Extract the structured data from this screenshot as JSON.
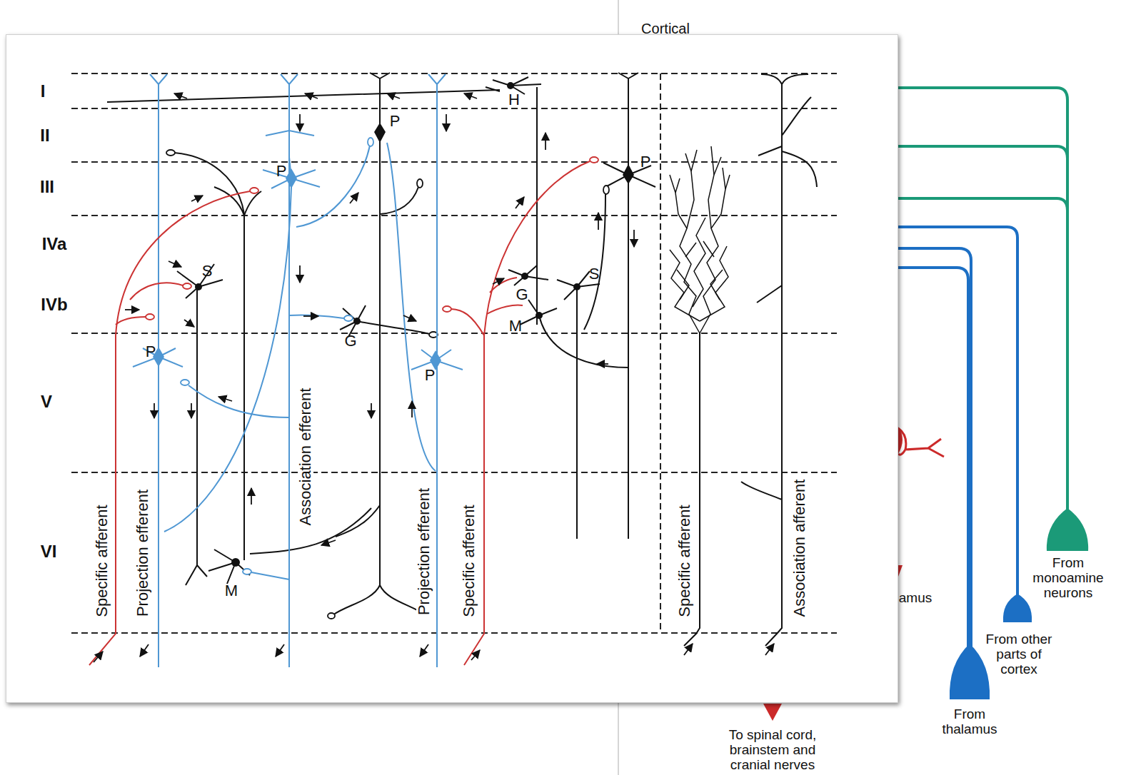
{
  "diagram": {
    "labels": [
      "Cortical",
      "I",
      "II",
      "III",
      "IVa",
      "IVb",
      "V",
      "VI",
      "H",
      "P",
      "P",
      "P",
      "S",
      "S",
      "G",
      "M",
      "G",
      "P",
      "P",
      "M",
      "Specific afferent",
      "Projection efferent",
      "Association efferent",
      "Projection efferent",
      "Specific afferent",
      "Specific afferent",
      "Association afferent",
      "amus",
      "From monoamine neurons",
      "From other parts of cortex",
      "From thalamus",
      "To spinal cord, brainstem and cranial nerves"
    ]
  }
}
